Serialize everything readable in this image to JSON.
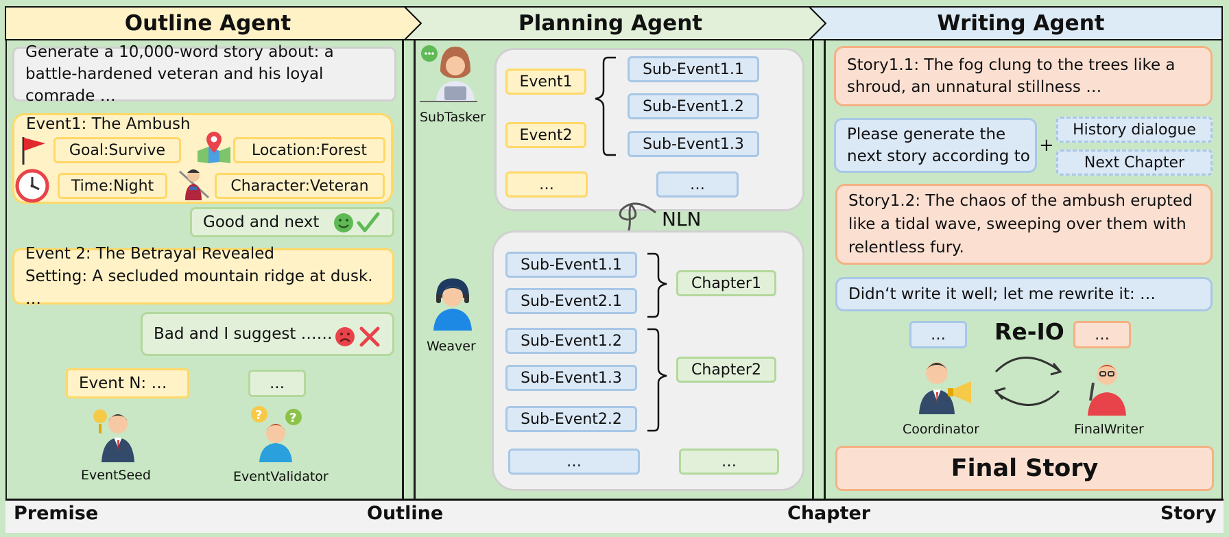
{
  "headers": {
    "outline": "Outline Agent",
    "planning": "Planning Agent",
    "writing": "Writing Agent"
  },
  "outline": {
    "premise": "Generate a 10,000-word story about: a battle-hardened veteran and his loyal comrade …",
    "event1_title": "Event1: The Ambush",
    "goal": "Goal:Survive",
    "location": "Location:Forest",
    "time": "Time:Night",
    "character": "Character:Veteran",
    "good": "Good and next",
    "event2_line1": "Event 2: The Betrayal Revealed",
    "event2_line2": "Setting: A secluded mountain ridge at dusk. …",
    "bad": "Bad and I suggest ……",
    "eventN": "Event N:  …",
    "ellipsis": "…",
    "eventseed": "EventSeed",
    "eventvalidator": "EventValidator"
  },
  "planning": {
    "subtasker": "SubTasker",
    "event1": "Event1",
    "event2": "Event2",
    "se11": "Sub-Event1.1",
    "se12": "Sub-Event1.2",
    "se13": "Sub-Event1.3",
    "se21": "Sub-Event2.1",
    "se22": "Sub-Event2.2",
    "ellipsis": "…",
    "nln": "NLN",
    "weaver": "Weaver",
    "chapter1": "Chapter1",
    "chapter2": "Chapter2"
  },
  "writing": {
    "story11": "Story1.1: The fog clung to the trees like a shroud, an unnatural stillness …",
    "prompt": "Please generate the next story according to",
    "plus": "+",
    "history": "History dialogue",
    "next_chapter": "Next Chapter",
    "story12": "Story1.2: The chaos of the ambush erupted like a tidal wave, sweeping over them with relentless fury.",
    "rewrite": "Didn‘t write it well; let me rewrite it: …",
    "reio": "Re-IO",
    "ellipsis": "…",
    "coordinator": "Coordinator",
    "finalwriter": "FinalWriter",
    "final_story": "Final Story"
  },
  "footer": {
    "premise": "Premise",
    "outline": "Outline",
    "chapter": "Chapter",
    "story": "Story"
  },
  "colors": {
    "background": "#c9e7c4",
    "yellow_border": "#ffd866",
    "blue_border": "#a8c7e6",
    "green_border": "#b3d89c",
    "orange_border": "#f4b183"
  }
}
